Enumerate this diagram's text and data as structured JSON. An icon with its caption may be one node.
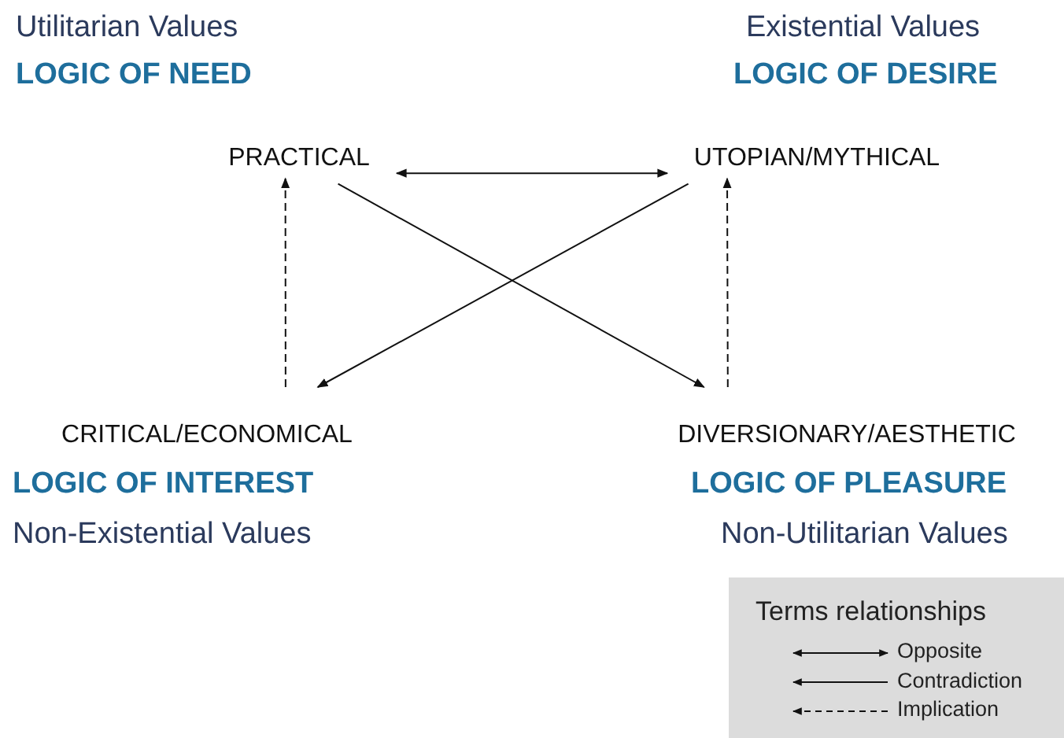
{
  "diagram": {
    "nodes": [
      {
        "text": [
          "PRACTICAL"
        ]
      },
      {
        "text": [
          "UTOPIAN/MYTHICAL"
        ]
      },
      {
        "text": [
          "CRITICAL/ECONOMICAL"
        ]
      },
      {
        "text": [
          "DIVERSIONARY/AESTHETIC"
        ]
      }
    ],
    "edges": [
      {
        "from": 0,
        "to": 1,
        "arrow": "both"
      },
      {
        "from": 0,
        "to": 3,
        "arrow": "to"
      },
      {
        "from": 1,
        "to": 2,
        "arrow": "to"
      },
      {
        "from": 2,
        "to": 0,
        "arrow": "to",
        "style": "dashed"
      },
      {
        "from": 3,
        "to": 1,
        "arrow": "to",
        "style": "dashed"
      }
    ],
    "labels": [
      "Utilitarian Values",
      "LOGIC OF NEED",
      "Existential Values",
      "LOGIC OF DESIRE",
      "LOGIC OF INTEREST",
      "Non-Existential Values",
      "LOGIC OF PLEASURE",
      "Non-Utilitarian Values",
      "Terms relationships"
    ],
    "legend": [
      {
        "text": "Opposite"
      },
      {
        "text": "Contradiction"
      },
      {
        "text": "Implication"
      }
    ]
  }
}
